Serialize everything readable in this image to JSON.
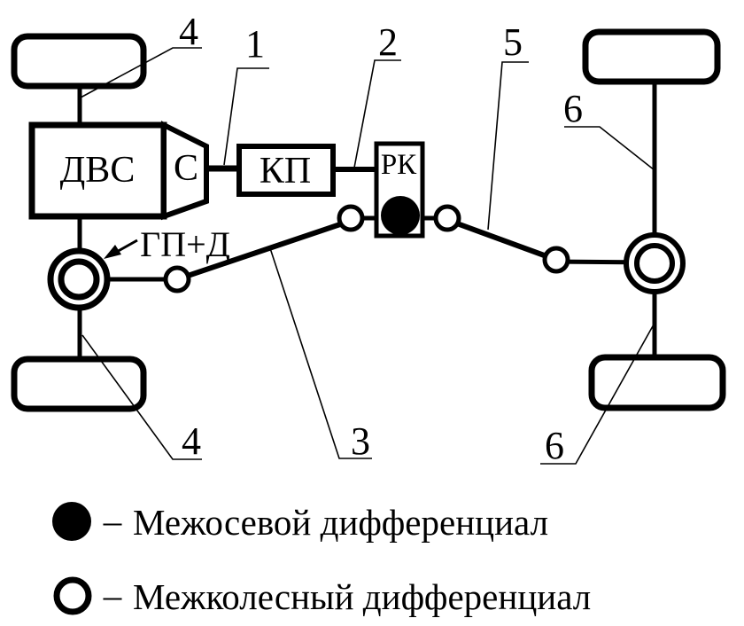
{
  "colors": {
    "ink": "#000000",
    "background": "#ffffff"
  },
  "diagram": {
    "blocks": {
      "engine": "ДВС",
      "clutch": "С",
      "gearbox": "КП",
      "transfer_case": "РК",
      "final_drive": "ГП+Д"
    },
    "callouts": {
      "front_left_halfshaft_top": "4",
      "clutch_output_shaft": "1",
      "gearbox_output_shaft": "2",
      "rear_prop_shaft": "5",
      "rear_right_halfshaft_top": "6",
      "front_left_halfshaft_bottom": "4",
      "front_prop_shaft": "3",
      "rear_right_halfshaft_bottom": "6"
    },
    "legend": [
      {
        "symbol": "interaxle-differential-marker",
        "dash": "–",
        "label": "Межосевой дифференциал"
      },
      {
        "symbol": "interwheel-differential-marker",
        "dash": "–",
        "label": "Межколесный дифференциал"
      }
    ]
  }
}
